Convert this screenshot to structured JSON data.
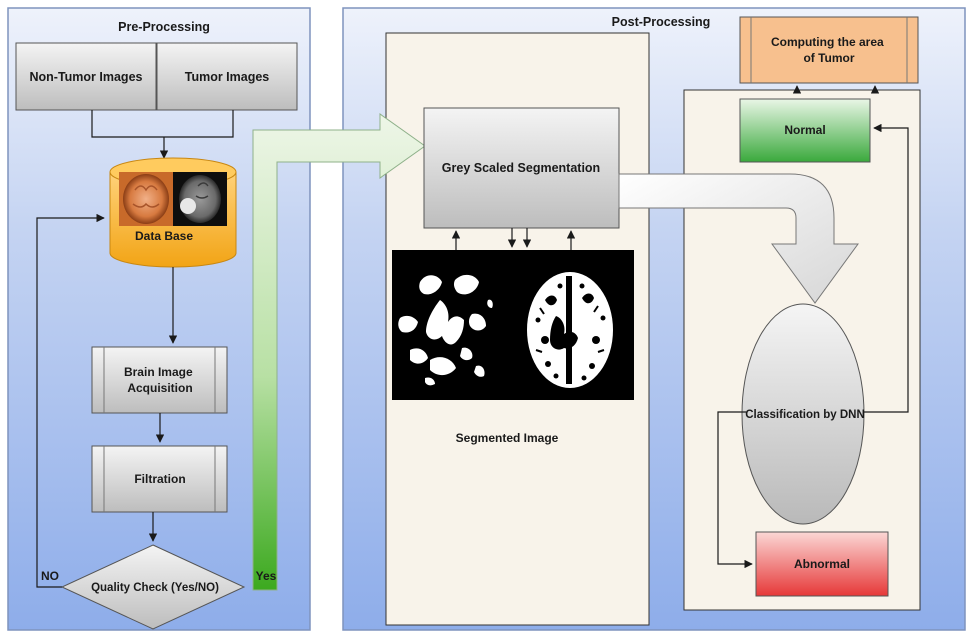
{
  "diagram": {
    "pre_processing": {
      "title": "Pre-Processing",
      "non_tumor_images": "Non-Tumor Images",
      "tumor_images": "Tumor Images",
      "data_base": "Data Base",
      "brain_image_acquisition": [
        "Brain Image",
        "Acquisition"
      ],
      "filtration": "Filtration",
      "quality_check": "Quality Check (Yes/NO)",
      "no_label": "NO",
      "yes_label": "Yes"
    },
    "post_processing": {
      "title": "Post-Processing",
      "grey_scaled_segmentation": "Grey Scaled Segmentation",
      "segmented_image": "Segmented Image",
      "computing_area": [
        "Computing the area",
        "of Tumor"
      ],
      "normal": "Normal",
      "classification": "Classification by DNN",
      "abnormal": "Abnormal"
    },
    "colors": {
      "panel_blue": "#a9c1ee",
      "panel_cream": "#f8f3ea",
      "normal_green": "#37a93a",
      "abnormal_red": "#e83b3b",
      "database_orange": "#f6a91c",
      "computing_orange": "#f7c08e"
    }
  }
}
